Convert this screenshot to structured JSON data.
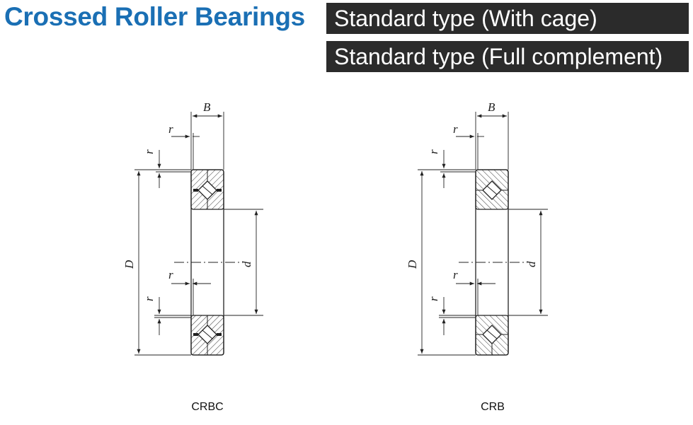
{
  "header": {
    "title": "Crossed Roller Bearings",
    "tabs": [
      "Standard type (With cage)",
      "Standard type (Full complement)"
    ]
  },
  "figures": [
    {
      "caption": "CRBC",
      "labels": {
        "B": "B",
        "D": "D",
        "d": "d",
        "r": "r"
      }
    },
    {
      "caption": "CRB",
      "labels": {
        "B": "B",
        "D": "D",
        "d": "d",
        "r": "r"
      }
    }
  ],
  "colors": {
    "title": "#1a6fb4",
    "band_background": "#2b2b2b",
    "band_text": "#ffffff",
    "line": "#222222"
  }
}
